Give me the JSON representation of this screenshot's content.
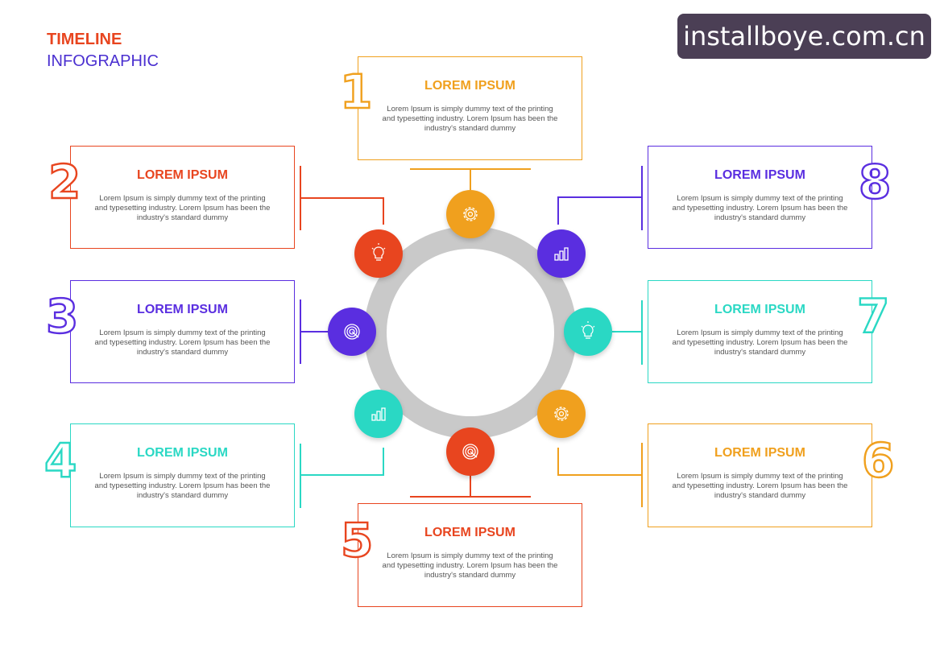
{
  "header": {
    "line1": "TIMELINE",
    "line2": "INFOGRAPHIC"
  },
  "watermark": "installboye.com.cn",
  "colors": {
    "orange": "#f0a01e",
    "red": "#e8451f",
    "purple": "#5a2ee0",
    "teal": "#2ad8c4"
  },
  "steps": [
    {
      "number": "1",
      "title": "LOREM IPSUM",
      "body": "Lorem Ipsum is simply dummy text of the printing and typesetting industry. Lorem Ipsum has been the industry's standard dummy",
      "color": "#f0a01e",
      "icon": "gear-icon"
    },
    {
      "number": "2",
      "title": "LOREM IPSUM",
      "body": "Lorem Ipsum is simply dummy text of the printing and typesetting industry. Lorem Ipsum has been the industry's standard dummy",
      "color": "#e8451f",
      "icon": "lightbulb-icon"
    },
    {
      "number": "3",
      "title": "LOREM IPSUM",
      "body": "Lorem Ipsum is simply dummy text of the printing and typesetting industry. Lorem Ipsum has been the industry's standard dummy",
      "color": "#5a2ee0",
      "icon": "target-icon"
    },
    {
      "number": "4",
      "title": "LOREM IPSUM",
      "body": "Lorem Ipsum is simply dummy text of the printing and typesetting industry. Lorem Ipsum has been the industry's standard dummy",
      "color": "#2ad8c4",
      "icon": "bar-chart-icon"
    },
    {
      "number": "5",
      "title": "LOREM IPSUM",
      "body": "Lorem Ipsum is simply dummy text of the printing and typesetting industry. Lorem Ipsum has been the industry's standard dummy",
      "color": "#e8451f",
      "icon": "target-icon"
    },
    {
      "number": "6",
      "title": "LOREM IPSUM",
      "body": "Lorem Ipsum is simply dummy text of the printing and typesetting industry. Lorem Ipsum has been the industry's standard dummy",
      "color": "#f0a01e",
      "icon": "gear-icon"
    },
    {
      "number": "7",
      "title": "LOREM IPSUM",
      "body": "Lorem Ipsum is simply dummy text of the printing and typesetting industry. Lorem Ipsum has been the industry's standard dummy",
      "color": "#2ad8c4",
      "icon": "lightbulb-icon"
    },
    {
      "number": "8",
      "title": "LOREM IPSUM",
      "body": "Lorem Ipsum is simply dummy text of the printing and typesetting industry. Lorem Ipsum has been the industry's standard dummy",
      "color": "#5a2ee0",
      "icon": "bar-chart-icon"
    }
  ]
}
